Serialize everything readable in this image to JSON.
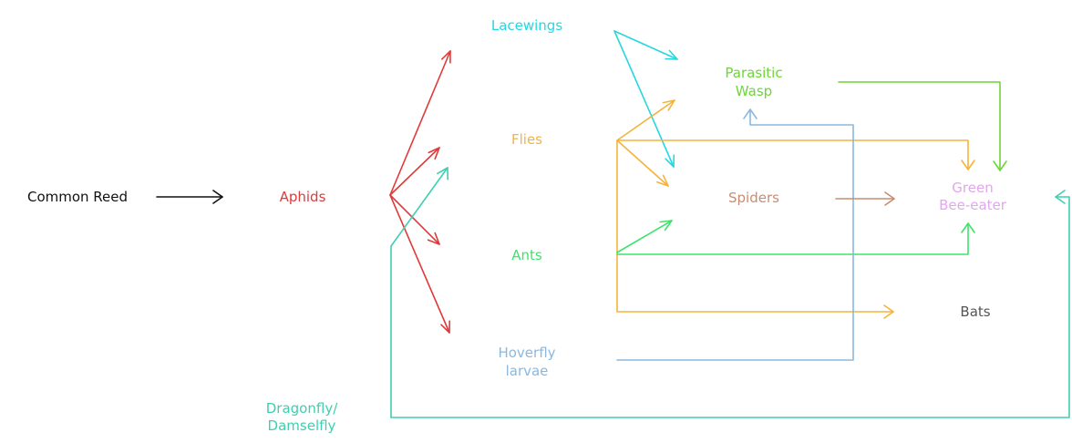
{
  "nodes": {
    "common_reed": {
      "label": "Common Reed",
      "color": "#111111"
    },
    "aphids": {
      "label": "Aphids",
      "color": "#e03a3a"
    },
    "lacewings": {
      "label": "Lacewings",
      "color": "#27d7e0"
    },
    "parasitic_wasp": {
      "line1": "Parasitic",
      "line2": "Wasp",
      "color": "#6fd43a"
    },
    "flies": {
      "label": "Flies",
      "color": "#f5b33b"
    },
    "spiders": {
      "label": "Spiders",
      "color": "#c98c73"
    },
    "green_bee_eater": {
      "line1": "Green",
      "line2": "Bee-eater",
      "color": "#e2a6ee"
    },
    "ants": {
      "label": "Ants",
      "color": "#3fe36a"
    },
    "bats": {
      "label": "Bats",
      "color": "#555555"
    },
    "hoverfly_larvae": {
      "line1": "Hoverfly",
      "line2": "larvae",
      "color": "#8ab8df"
    },
    "dragonfly": {
      "line1": "Dragonfly/",
      "line2": "Damselfly",
      "color": "#3ecfb0"
    }
  },
  "link_colors": {
    "common_reed": "#111111",
    "aphids": "#e03a3a",
    "lacewings": "#27d7e0",
    "flies": "#f5b33b",
    "ants": "#3fe36a",
    "hoverfly": "#8ab8df",
    "dragonfly": "#3ecfb0",
    "spiders": "#c98c73",
    "parasitic_wasp": "#6fd43a"
  }
}
